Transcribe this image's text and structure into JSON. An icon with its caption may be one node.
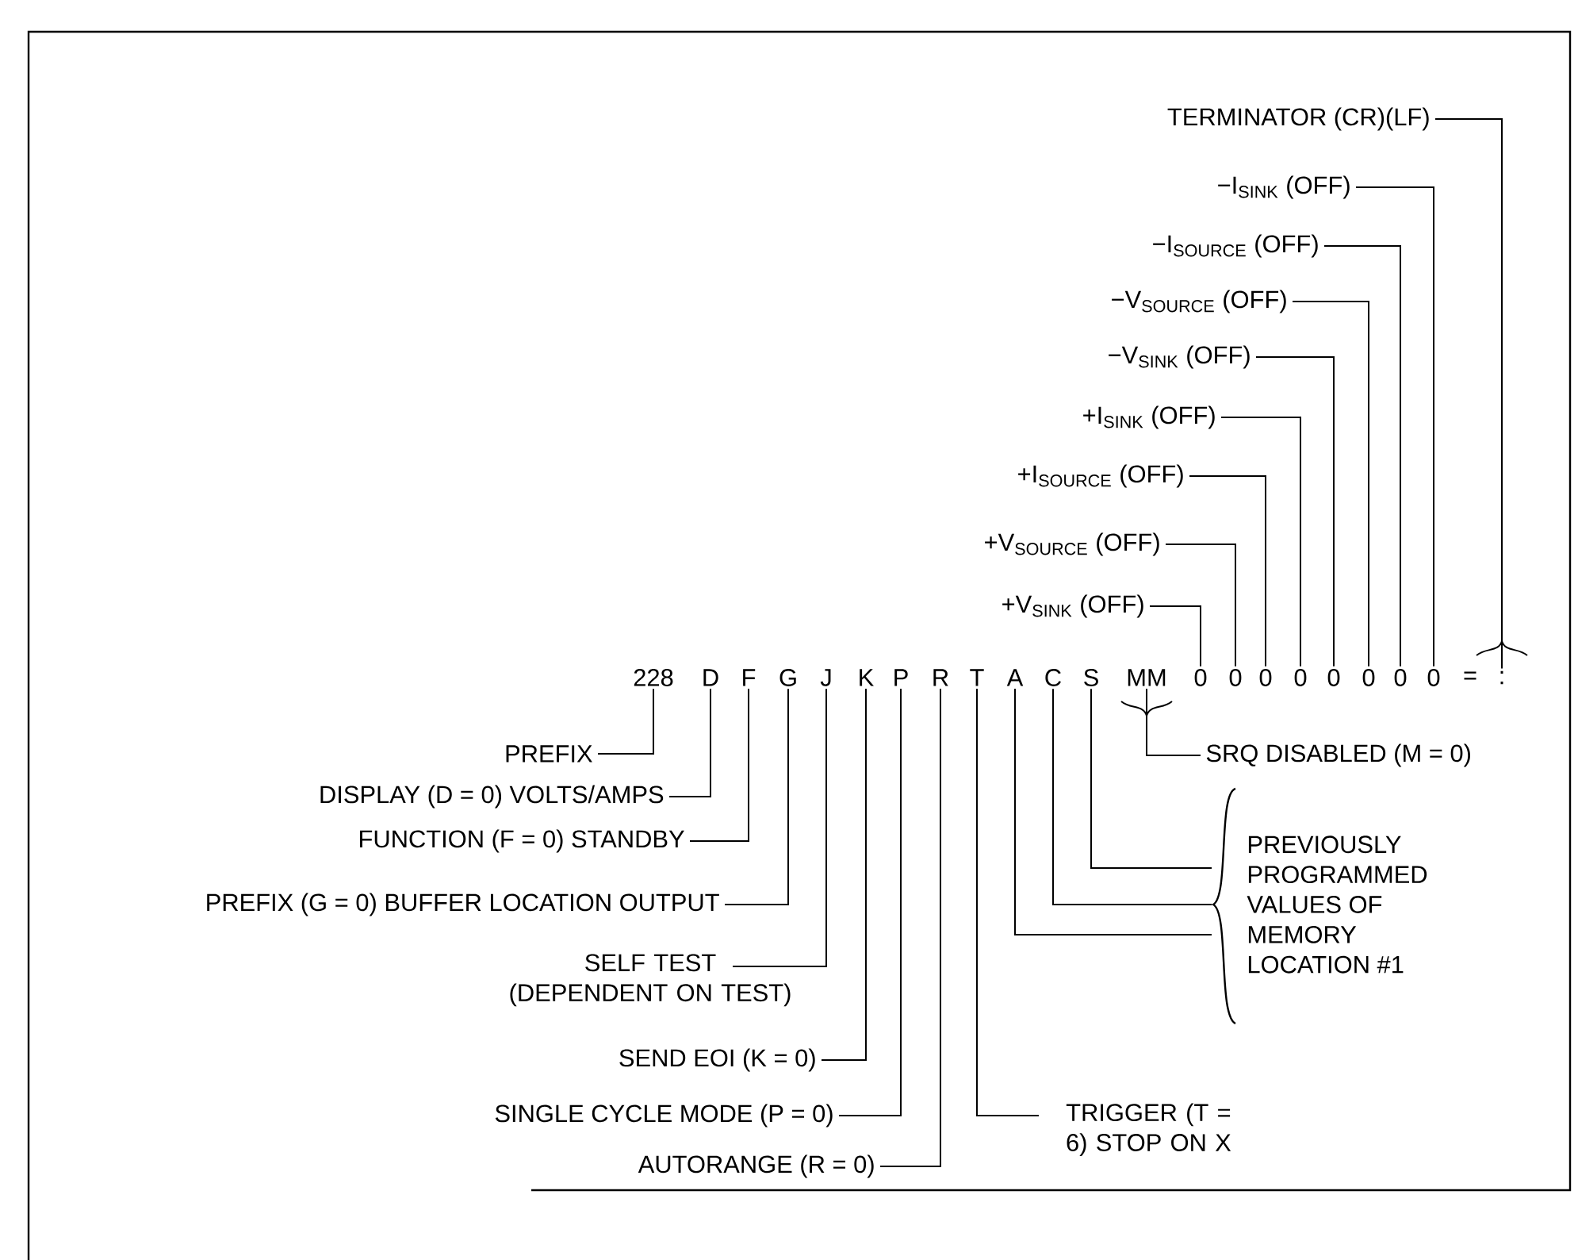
{
  "diagram": {
    "nodes": [
      {
        "text": [
          "TERMINATOR (CR)(LF)"
        ]
      },
      {
        "text": [
          "−I$_{SINK}$ (OFF)"
        ]
      },
      {
        "text": [
          "−I$_{SOURCE}$ (OFF)"
        ]
      },
      {
        "text": [
          "−V$_{SOURCE}$ (OFF)"
        ]
      },
      {
        "text": [
          "−V$_{SINK}$ (OFF)"
        ]
      },
      {
        "text": [
          "+I$_{SINK}$ (OFF)"
        ]
      },
      {
        "text": [
          "+I$_{SOURCE}$ (OFF)"
        ]
      },
      {
        "text": [
          "+V$_{SOURCE}$ (OFF)"
        ]
      },
      {
        "text": [
          "+V$_{SINK}$ (OFF)"
        ]
      },
      {
        "text": [
          "228"
        ]
      },
      {
        "text": [
          "D"
        ]
      },
      {
        "text": [
          "F"
        ]
      },
      {
        "text": [
          "G"
        ]
      },
      {
        "text": [
          "J"
        ]
      },
      {
        "text": [
          "K"
        ]
      },
      {
        "text": [
          "P"
        ]
      },
      {
        "text": [
          "R"
        ]
      },
      {
        "text": [
          "T"
        ]
      },
      {
        "text": [
          "A"
        ]
      },
      {
        "text": [
          "C"
        ]
      },
      {
        "text": [
          "S"
        ]
      },
      {
        "text": [
          "MM"
        ]
      },
      {
        "text": [
          "0"
        ]
      },
      {
        "text": [
          "0"
        ]
      },
      {
        "text": [
          "0"
        ]
      },
      {
        "text": [
          "0"
        ]
      },
      {
        "text": [
          "0"
        ]
      },
      {
        "text": [
          "0"
        ]
      },
      {
        "text": [
          "0"
        ]
      },
      {
        "text": [
          "0"
        ]
      },
      {
        "text": [
          ":"
        ]
      },
      {
        "text": [
          "PREFIX"
        ]
      },
      {
        "text": [
          "SRQ DISABLED (M = 0)"
        ]
      },
      {
        "text": [
          "DISPLAY (D = 0) VOLTS/AMPS"
        ]
      },
      {
        "text": [
          "FUNCTION (F = 0) STANDBY"
        ]
      },
      {
        "text": [
          "PREVIOUSLY PROGRAMMED VALUES OF MEMORY LOCATION #1"
        ]
      },
      {
        "text": [
          "PREFIX (G = 0) BUFFER LOCATION OUTPUT"
        ]
      },
      {
        "text": [
          "SELF TEST (DEPENDENT ON TEST)"
        ]
      },
      {
        "text": [
          "SEND EOI (K = 0)"
        ]
      },
      {
        "text": [
          "SINGLE CYCLE MODE (P = 0)"
        ]
      },
      {
        "text": [
          "TRIGGER (T = 6) STOP ON X"
        ]
      },
      {
        "text": [
          "AUTORANGE (R = 0)"
        ]
      }
    ],
    "edges": [
      {
        "from": 0,
        "to": 30,
        "arrow": "none"
      },
      {
        "from": 1,
        "to": 29,
        "arrow": "none"
      },
      {
        "from": 2,
        "to": 28,
        "arrow": "none"
      },
      {
        "from": 3,
        "to": 27,
        "arrow": "none"
      },
      {
        "from": 4,
        "to": 26,
        "arrow": "none"
      },
      {
        "from": 5,
        "to": 25,
        "arrow": "none"
      },
      {
        "from": 6,
        "to": 24,
        "arrow": "none"
      },
      {
        "from": 7,
        "to": 23,
        "arrow": "none"
      },
      {
        "from": 8,
        "to": 22,
        "arrow": "none"
      },
      {
        "from": 31,
        "to": 9,
        "arrow": "none"
      },
      {
        "from": 33,
        "to": 10,
        "arrow": "none"
      },
      {
        "from": 34,
        "to": 11,
        "arrow": "none"
      },
      {
        "from": 36,
        "to": 12,
        "arrow": "none"
      },
      {
        "from": 37,
        "to": 13,
        "arrow": "none"
      },
      {
        "from": 38,
        "to": 14,
        "arrow": "none"
      },
      {
        "from": 39,
        "to": 15,
        "arrow": "none"
      },
      {
        "from": 41,
        "to": 16,
        "arrow": "none"
      },
      {
        "from": 40,
        "to": 17,
        "arrow": "none"
      },
      {
        "from": 35,
        "to": 18,
        "arrow": "none"
      },
      {
        "from": 35,
        "to": 19,
        "arrow": "none"
      },
      {
        "from": 35,
        "to": 20,
        "arrow": "none"
      },
      {
        "from": 32,
        "to": 21,
        "arrow": "none"
      }
    ],
    "labels": [
      "="
    ]
  }
}
